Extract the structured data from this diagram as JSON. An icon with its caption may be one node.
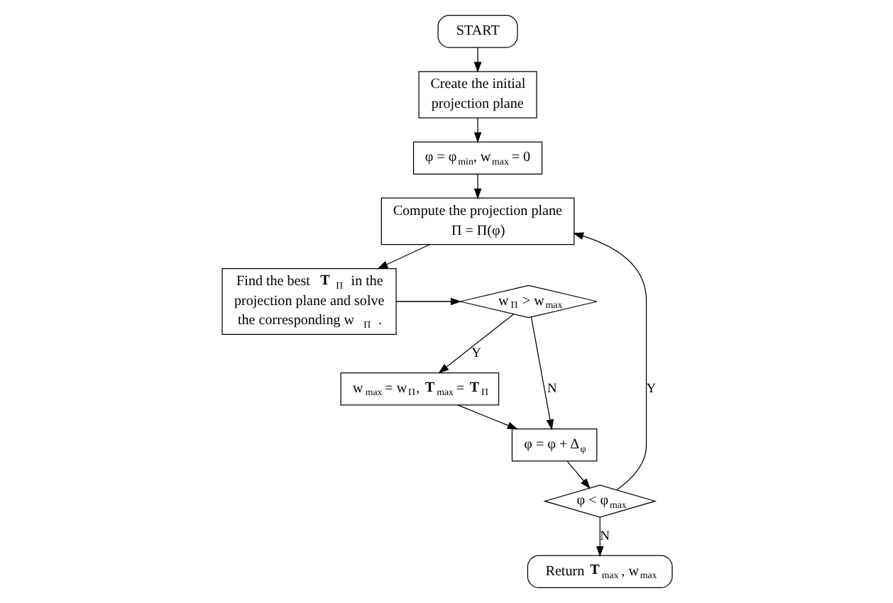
{
  "diagram": {
    "nodes": [
      {
        "text": [
          "START"
        ]
      },
      {
        "text": [
          "Create the initial projection plane"
        ]
      },
      {
        "text": [
          "φ = φ$_{min}$, w$_{max}$ = 0"
        ]
      },
      {
        "text": [
          "Compute the projection plane Π = Π(φ)"
        ]
      },
      {
        "text": [
          "Find the best **T**$_{Π}$ in the projection plane and solve the corresponding w$_{Π}$."
        ]
      },
      {
        "text": [
          "w$_{Π}$ > w$_{max}$"
        ]
      },
      {
        "text": [
          "w$_{max}$ = w$_{Π}$, **T**$_{max}$ = **T**$_{Π}$"
        ]
      },
      {
        "text": [
          "φ = φ + Δ$_{φ}$"
        ]
      },
      {
        "text": [
          "φ < φ$_{max}$"
        ]
      },
      {
        "text": [
          "Return **T**$_{max}$ , w$_{max}$"
        ]
      }
    ],
    "edges": [
      {
        "from": 0,
        "to": 1,
        "arrow": "to"
      },
      {
        "from": 1,
        "to": 2,
        "arrow": "to"
      },
      {
        "from": 2,
        "to": 3,
        "arrow": "to"
      },
      {
        "from": 3,
        "to": 4,
        "arrow": "to"
      },
      {
        "from": 4,
        "to": 5,
        "arrow": "to"
      },
      {
        "from": 5,
        "to": 6,
        "arrow": "to",
        "label": "Y"
      },
      {
        "from": 6,
        "to": 7,
        "arrow": "to"
      },
      {
        "from": 5,
        "to": 7,
        "arrow": "to",
        "label": "N"
      },
      {
        "from": 7,
        "to": 8,
        "arrow": "to"
      },
      {
        "from": 8,
        "to": 9,
        "arrow": "to",
        "label": "N"
      },
      {
        "from": 8,
        "to": 3,
        "arrow": "to",
        "label": "Y"
      }
    ]
  }
}
